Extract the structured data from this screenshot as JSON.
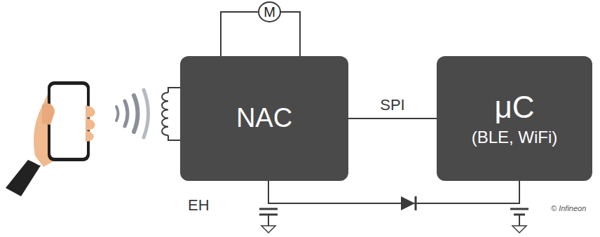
{
  "diagram": {
    "nodes": [
      {
        "text": [
          "NAC"
        ]
      },
      {
        "text": [
          "M"
        ]
      },
      {
        "text": [
          "μC",
          "(BLE, WiFi)"
        ]
      }
    ],
    "edges": [
      {
        "from": 0,
        "to": 2,
        "label": "SPI",
        "arrow": "none"
      },
      {
        "from": 1,
        "to": 0,
        "arrow": "none"
      },
      {
        "from": 0,
        "to": 2,
        "arrow": "none"
      }
    ],
    "labels": [
      "EH",
      "© Infineon"
    ]
  }
}
